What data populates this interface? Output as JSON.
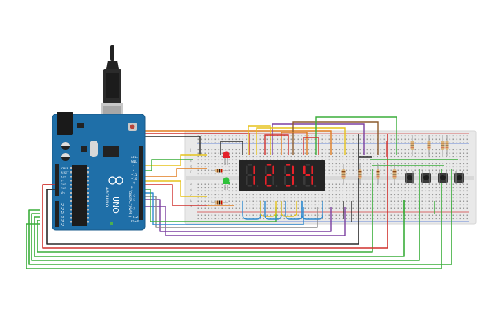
{
  "arduino": {
    "logo": "ARDUINO",
    "model": "UNO",
    "digital_label": "DIGITAL (PWM~)",
    "top_pins": [
      "AREF",
      "GND",
      "13",
      "12",
      "~11",
      "~10",
      "~9",
      "8",
      "7",
      "~6",
      "~5",
      "4",
      "~3",
      "2",
      "TX→1",
      "RX←0"
    ],
    "left_pins": [
      "IOREF",
      "RESET",
      "3.3V",
      "5V",
      "GND",
      "GND",
      "Vin"
    ],
    "analog_pins": [
      "A0",
      "A1",
      "A2",
      "A3",
      "A4",
      "A5"
    ]
  },
  "display": {
    "digits": [
      "1",
      "2",
      "3",
      "4"
    ],
    "segment_color": "#e8222a",
    "off_color": "#3a3a3a"
  },
  "leds": [
    {
      "name": "red-led",
      "color": "#e3222a"
    },
    {
      "name": "green-led",
      "color": "#2ec23b"
    }
  ],
  "breadboard": {
    "row_letters_top": [
      "j",
      "i",
      "h",
      "g",
      "f"
    ],
    "row_letters_bottom": [
      "e",
      "d",
      "c",
      "b",
      "a"
    ]
  },
  "colors": {
    "board": "#1f6fa8",
    "breadboard": "#e9e9e9",
    "wire_green": "#3aad3a",
    "wire_red": "#d0312d",
    "wire_black": "#2a2a2a",
    "wire_yellow": "#e6c21a",
    "wire_orange": "#e07b1f",
    "wire_purple": "#7b3fa0",
    "wire_blue": "#2d8ad0",
    "wire_brown": "#8b5a2b",
    "wire_grey": "#8a8a8a"
  }
}
